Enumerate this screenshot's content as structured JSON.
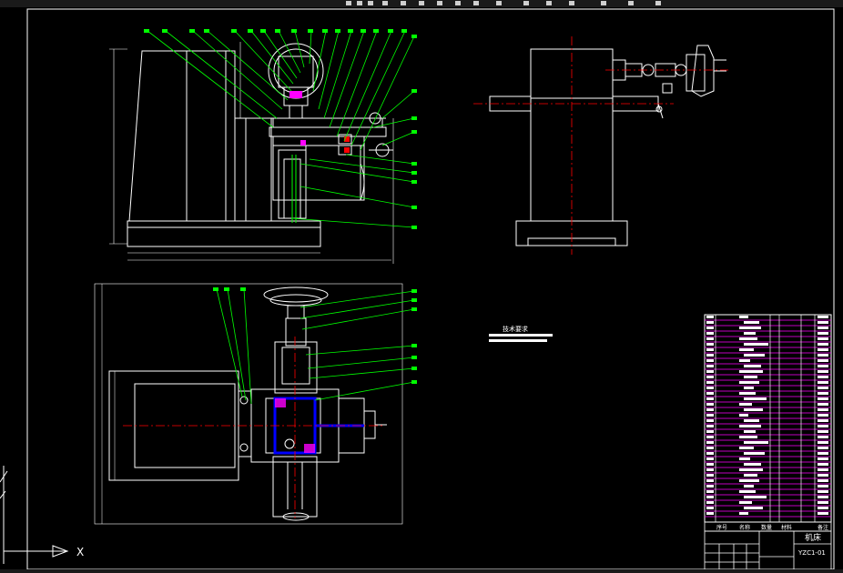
{
  "colors": {
    "background": "#000000",
    "geometry": "#ffffff",
    "leader": "#00ff00",
    "centerline": "#ff0000",
    "highlight": "#0000ff",
    "table_lines": "#ff00ff"
  },
  "drawing": {
    "tech_requirements": "技术要求",
    "title_block": {
      "name": "机床",
      "number": "YZC1-01"
    },
    "bom_header": [
      "序号",
      "名称",
      "数量",
      "材料",
      "备注"
    ]
  },
  "ucs": {
    "x_label": "X"
  }
}
